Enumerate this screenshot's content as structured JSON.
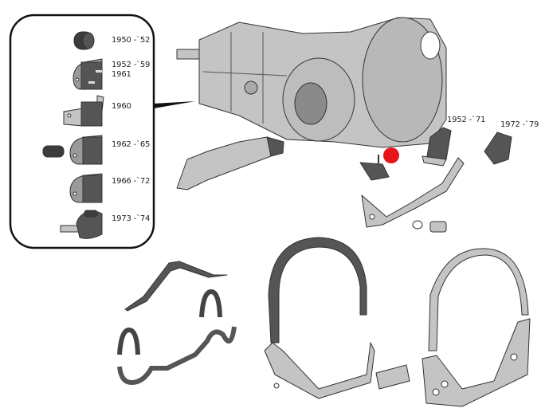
{
  "diagram": {
    "title": "Transmission mounts and carrier straps exploded view",
    "inset_mounts": [
      {
        "label": "1950 -`52",
        "part": "round-rubber-mount"
      },
      {
        "label": "1952 -`59",
        "label2": "1961",
        "part": "plate-mount"
      },
      {
        "label": "1960",
        "part": "bracket-mount"
      },
      {
        "label": "1962 -`65",
        "part": "plate-mount-with-buffer"
      },
      {
        "label": "1966 -`72",
        "part": "plate-mount"
      },
      {
        "label": "1973 -`74",
        "part": "pronged-mount"
      }
    ],
    "side_mounts": [
      {
        "label": "1952 -`71",
        "part": "front-block-mount"
      },
      {
        "label": "1972 -`79",
        "part": "rear-block-mount"
      }
    ],
    "marker_color": "#e8141c",
    "outline_color": "#111111",
    "metal_light": "#c4c4c4",
    "rubber_dark": "#555555"
  }
}
